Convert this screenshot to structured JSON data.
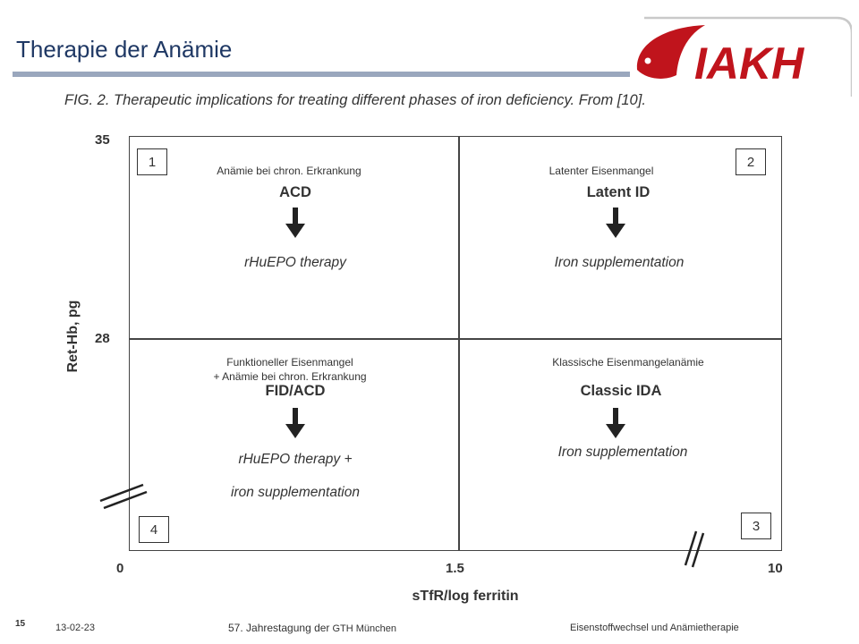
{
  "slide": {
    "title": "Therapie der Anämie"
  },
  "logo": {
    "text": "IAKH",
    "color": "#c0141c"
  },
  "figure": {
    "caption": "FIG. 2. Therapeutic implications for treating different phases of iron deficiency. From [10].",
    "y_axis": {
      "label": "Ret-Hb, pg",
      "ticks": [
        "35",
        "28"
      ]
    },
    "x_axis": {
      "label": "sTfR/log ferritin",
      "ticks": [
        "0",
        "1.5",
        "10"
      ]
    },
    "quadrants": [
      {
        "number": "1",
        "german": "Anämie bei chron. Erkrankung",
        "phase": "ACD",
        "therapy_line1": "rHuEPO therapy",
        "therapy_line2": ""
      },
      {
        "number": "2",
        "german": "Latenter Eisenmangel",
        "phase": "Latent ID",
        "therapy_line1": "Iron supplementation",
        "therapy_line2": ""
      },
      {
        "number": "3",
        "german": "Klassische Eisenmangelanämie",
        "phase": "Classic IDA",
        "therapy_line1": "Iron supplementation",
        "therapy_line2": ""
      },
      {
        "number": "4",
        "german_line1": "Funktioneller Eisenmangel",
        "german_line2": "+ Anämie bei chron. Erkrankung",
        "phase": "FID/ACD",
        "therapy_line1": "rHuEPO therapy +",
        "therapy_line2": "iron supplementation"
      }
    ]
  },
  "footer": {
    "page_number": "15",
    "date": "13-02-23",
    "event_main": "57. Jahrestagung der",
    "event_sub": "GTH München",
    "topic": "Eisenstoffwechsel und Anämietherapie"
  }
}
